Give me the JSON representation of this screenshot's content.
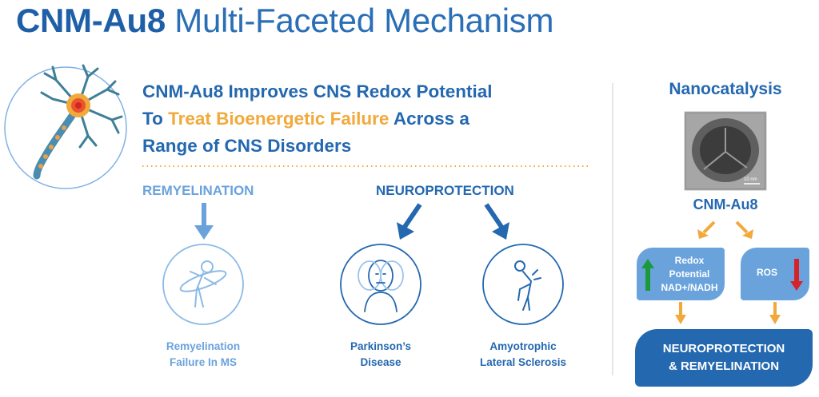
{
  "title": {
    "bold": "CNM-Au8",
    "rest": " Multi-Faceted Mechanism"
  },
  "headline": {
    "part1": "CNM-Au8 Improves CNS Redox Potential",
    "part2_pre": "To ",
    "part2_highlight": "Treat Bioenergetic Failure",
    "part2_post": " Across a",
    "part3": "Range of CNS Disorders"
  },
  "remyelination": {
    "label": "REMYELINATION",
    "caption_line1": "Remyelination",
    "caption_line2": "Failure In MS"
  },
  "neuroprotection": {
    "label": "NEUROPROTECTION",
    "items": [
      {
        "caption_line1": "Parkinson’s",
        "caption_line2": "Disease"
      },
      {
        "caption_line1": "Amyotrophic",
        "caption_line2": "Lateral Sclerosis"
      }
    ]
  },
  "nanocatalysis": {
    "title": "Nanocatalysis",
    "particle_label": "CNM-Au8",
    "scale_text": "10 nm",
    "redox_box": {
      "line1": "Redox",
      "line2": "Potential",
      "line3": "NAD+/NADH"
    },
    "ros_box": {
      "label": "ROS"
    },
    "result": {
      "line1": "NEUROPROTECTION",
      "line2": "& REMYELINATION"
    }
  },
  "colors": {
    "primary_blue": "#2468b0",
    "light_blue": "#6aa3dc",
    "orange": "#f2a93b",
    "green": "#1a9a3a",
    "red": "#d6232a",
    "dark_navy": "#1f5fa8"
  }
}
